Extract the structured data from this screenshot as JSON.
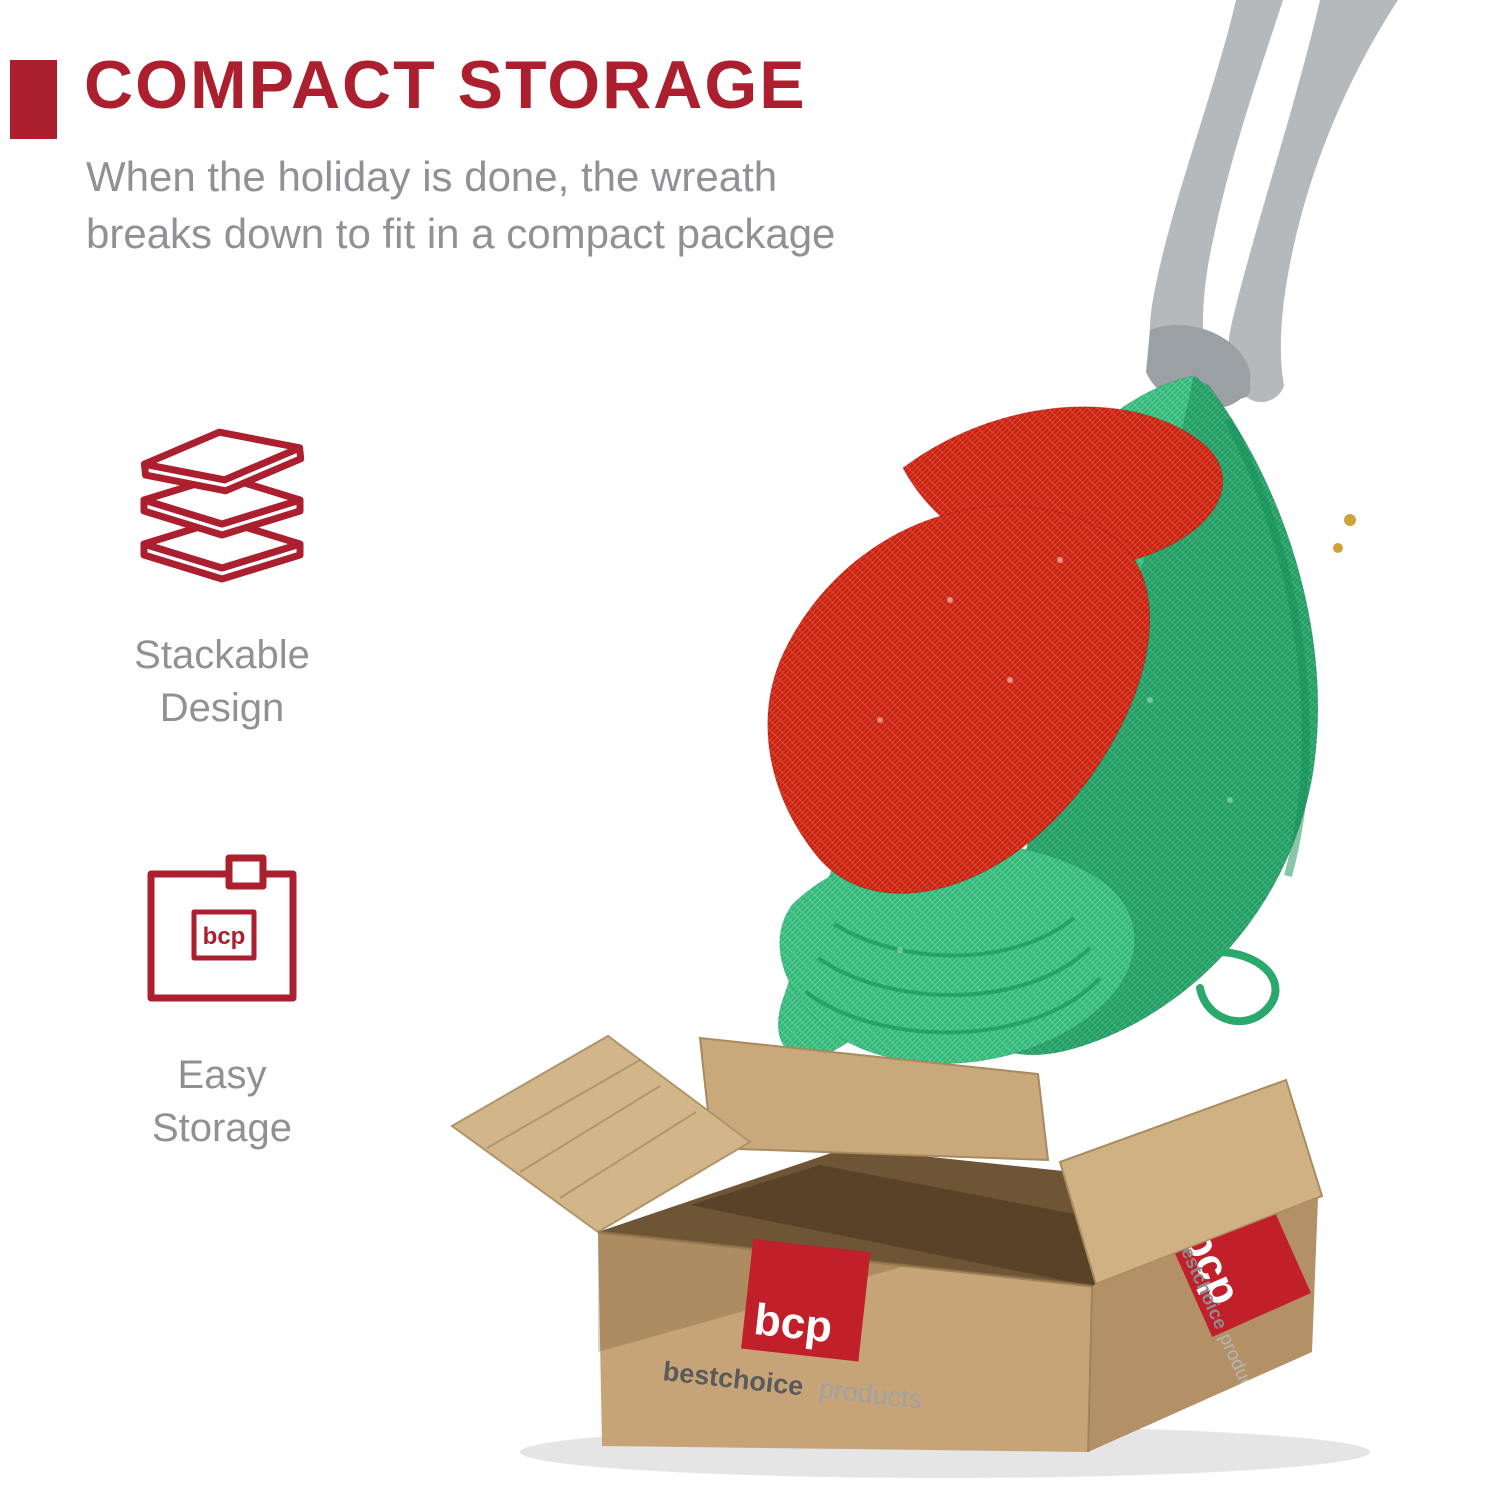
{
  "header": {
    "title": "COMPACT STORAGE",
    "subtitle_line1": "When the holiday is done, the wreath",
    "subtitle_line2": "breaks down to fit in a compact package"
  },
  "features": {
    "stackable": {
      "line1": "Stackable",
      "line2": "Design"
    },
    "storage": {
      "line1": "Easy",
      "line2": "Storage"
    }
  },
  "brand": {
    "logo_text": "bcp",
    "name_bold": "bestchoice",
    "name_light": "products"
  },
  "colors": {
    "accent_red": "#ab1f2f",
    "logo_red": "#c1202b",
    "text_gray": "#8f9194",
    "cardboard_front": "#c7a478",
    "cardboard_side": "#b39066",
    "cardboard_flap": "#d2b588",
    "wreath_green": "#2eb877",
    "wreath_green_dark": "#1f9e63",
    "bow_red": "#c9200f",
    "silhouette_gray": "#b6b9bc"
  }
}
